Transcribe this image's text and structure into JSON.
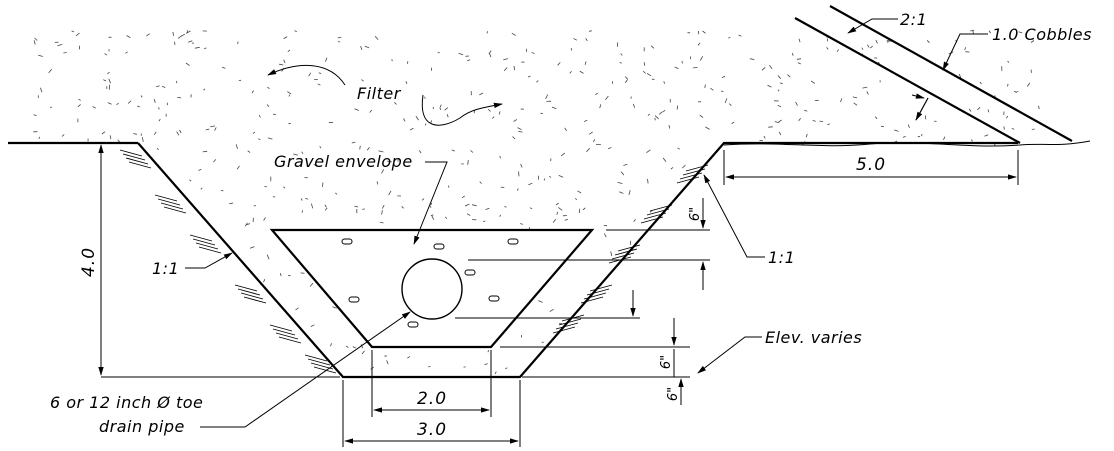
{
  "labels": {
    "filter": "Filter",
    "gravel_envelope": "Gravel envelope",
    "cobbles": "1.0 Cobbles",
    "slope_top": "2:1",
    "slope_left": "1:1",
    "slope_right": "1:1",
    "elev": "Elev. varies",
    "pipe_line1": "6 or 12 inch Ø toe",
    "pipe_line2": "drain pipe"
  },
  "dimensions": {
    "height": "4.0",
    "bench": "5.0",
    "inner_bottom": "2.0",
    "outer_bottom": "3.0",
    "offset_top": "6\"",
    "offset_mid": "6\"",
    "offset_bot": "6\""
  }
}
